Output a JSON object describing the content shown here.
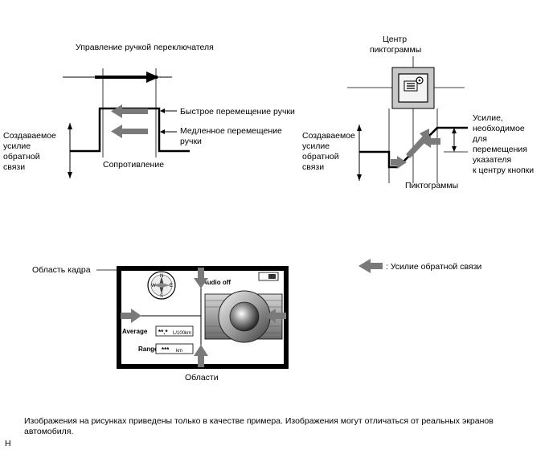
{
  "top_left": {
    "title": "Управление ручкой переключателя",
    "fast_label": "Быстрое перемещение ручки",
    "slow_label_1": "Медленное перемещение",
    "slow_label_2": "ручки",
    "force_1": "Создаваемое",
    "force_2": "усилие",
    "force_3": "обратной",
    "force_4": "связи",
    "resistance": "Сопротивление"
  },
  "top_right": {
    "center_1": "Центр",
    "center_2": "пиктограммы",
    "force_1": "Создаваемое",
    "force_2": "усилие",
    "force_3": "обратной",
    "force_4": "связи",
    "effort_1": "Усилие,",
    "effort_2": "необходимое",
    "effort_3": "для",
    "effort_4": "перемещения",
    "effort_5": "указателя",
    "effort_6": "к центру кнопки",
    "icons": "Пиктограммы"
  },
  "bottom": {
    "frame_area": "Область кадра",
    "areas": "Области",
    "legend": ": Усилие обратной связи",
    "audio_off": "Audio off",
    "average_label": "Average",
    "average_value": "**.*",
    "average_unit": "L/100km",
    "range_label": "Range",
    "range_value": "***",
    "range_unit": "km",
    "compass_n": "N",
    "compass_s": "S",
    "compass_w": "W",
    "compass_e": "E"
  },
  "footer": {
    "note": "Изображения на рисунках приведены только в качестве примера. Изображения могут отличаться от реальных экранов автомобиля.",
    "code": "H"
  },
  "colors": {
    "arrow_gray": "#7a7a7a",
    "line": "#000000"
  }
}
